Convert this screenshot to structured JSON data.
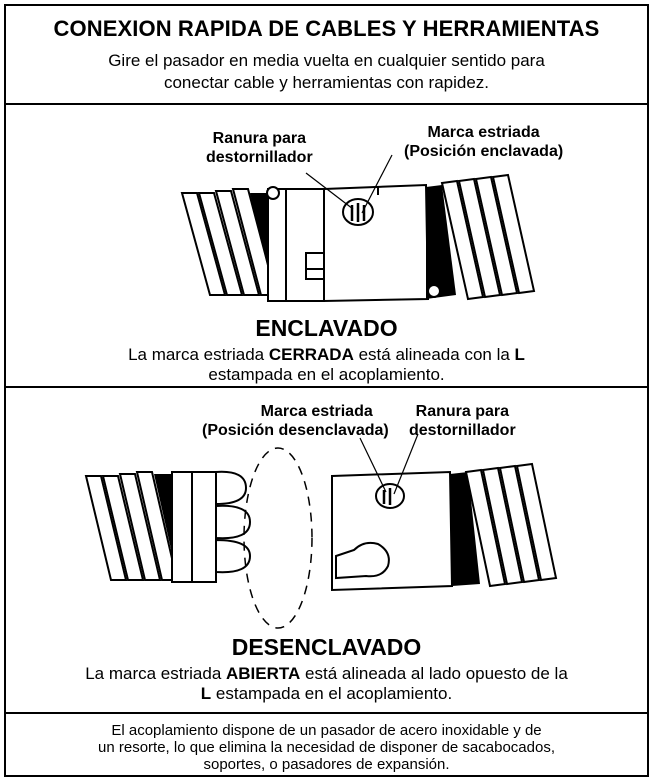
{
  "header": {
    "title": "CONEXION RAPIDA DE CABLES Y HERRAMIENTAS",
    "subtitle_line1": "Gire el pasador en media vuelta en cualquier sentido para",
    "subtitle_line2": "conectar cable y herramientas con rapidez."
  },
  "locked": {
    "label_slot_line1": "Ranura para",
    "label_slot_line2": "destornillador",
    "label_mark_line1": "Marca estriada",
    "label_mark_line2": "(Posición enclavada)",
    "state_title": "ENCLAVADO",
    "desc_a": "La marca estriada ",
    "desc_b": "CERRADA",
    "desc_c": " está alineada con la ",
    "desc_d": "L",
    "desc_line2": "estampada en el acoplamiento."
  },
  "unlocked": {
    "label_mark_line1": "Marca estriada",
    "label_mark_line2": "(Posición desenclavada)",
    "label_slot_line1": "Ranura para",
    "label_slot_line2": "destornillador",
    "state_title": "DESENCLAVADO",
    "desc_a": "La marca estriada ",
    "desc_b": "ABIERTA",
    "desc_c": " está alineada al lado opuesto de la",
    "desc_d": "L",
    "desc_e": " estampada en el acoplamiento."
  },
  "footer": {
    "line1": "El acoplamiento dispone de un pasador de acero inoxidable y de",
    "line2": "un resorte, lo que elimina la necesidad de disponer de sacabocados,",
    "line3": "soportes, o pasadores de expansión."
  }
}
